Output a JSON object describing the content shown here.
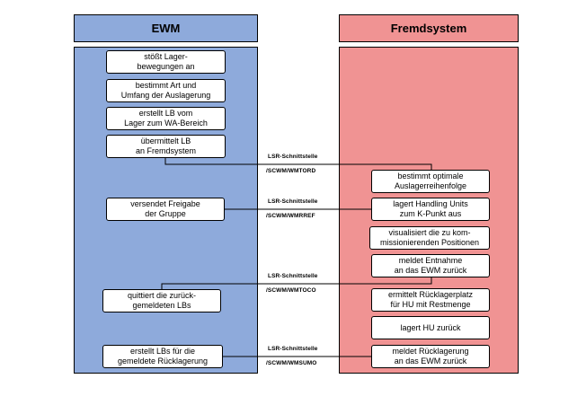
{
  "headers": {
    "ewm": "EWM",
    "fremd": "Fremdsystem"
  },
  "colors": {
    "ewm_fill": "#8eaadb",
    "fremd_fill": "#f09393"
  },
  "ewm_steps": [
    {
      "line1": "stößt Lager-",
      "line2": "bewegungen an"
    },
    {
      "line1": "bestimmt Art und",
      "line2": "Umfang der Auslagerung"
    },
    {
      "line1": "erstellt LB vom",
      "line2": "Lager zum WA-Bereich"
    },
    {
      "line1": "übermittelt LB",
      "line2": "an Fremdsystem"
    },
    {
      "line1": "versendet Freigabe",
      "line2": "der Gruppe"
    },
    {
      "line1": "quittiert die zurück-",
      "line2": "gemeldeten LBs"
    },
    {
      "line1": "erstellt LBs für die",
      "line2": "gemeldete Rücklagerung"
    }
  ],
  "fremd_steps": [
    {
      "line1": "bestimmt optimale",
      "line2": "Auslagerreihenfolge"
    },
    {
      "line1": "lagert Handling Units",
      "line2": "zum K-Punkt aus"
    },
    {
      "line1": "visualisiert die zu kom-",
      "line2": "missionierenden Positionen"
    },
    {
      "line1": "meldet Entnahme",
      "line2": "an das EWM zurück"
    },
    {
      "line1": "ermittelt Rücklagerplatz",
      "line2": "für HU mit Restmenge"
    },
    {
      "line1": "lagert HU zurück",
      "line2": ""
    },
    {
      "line1": "meldet Rücklagerung",
      "line2": "an das EWM zurück"
    }
  ],
  "interfaces": [
    {
      "label": "LSR-Schnittstelle",
      "code": "/SCWM/WMTORD"
    },
    {
      "label": "LSR-Schnittstelle",
      "code": "/SCWM/WMRREF"
    },
    {
      "label": "LSR-Schnittstelle",
      "code": "/SCWM/WMTOCO"
    },
    {
      "label": "LSR-Schnittstelle",
      "code": "/SCWM/WMSUMO"
    }
  ]
}
